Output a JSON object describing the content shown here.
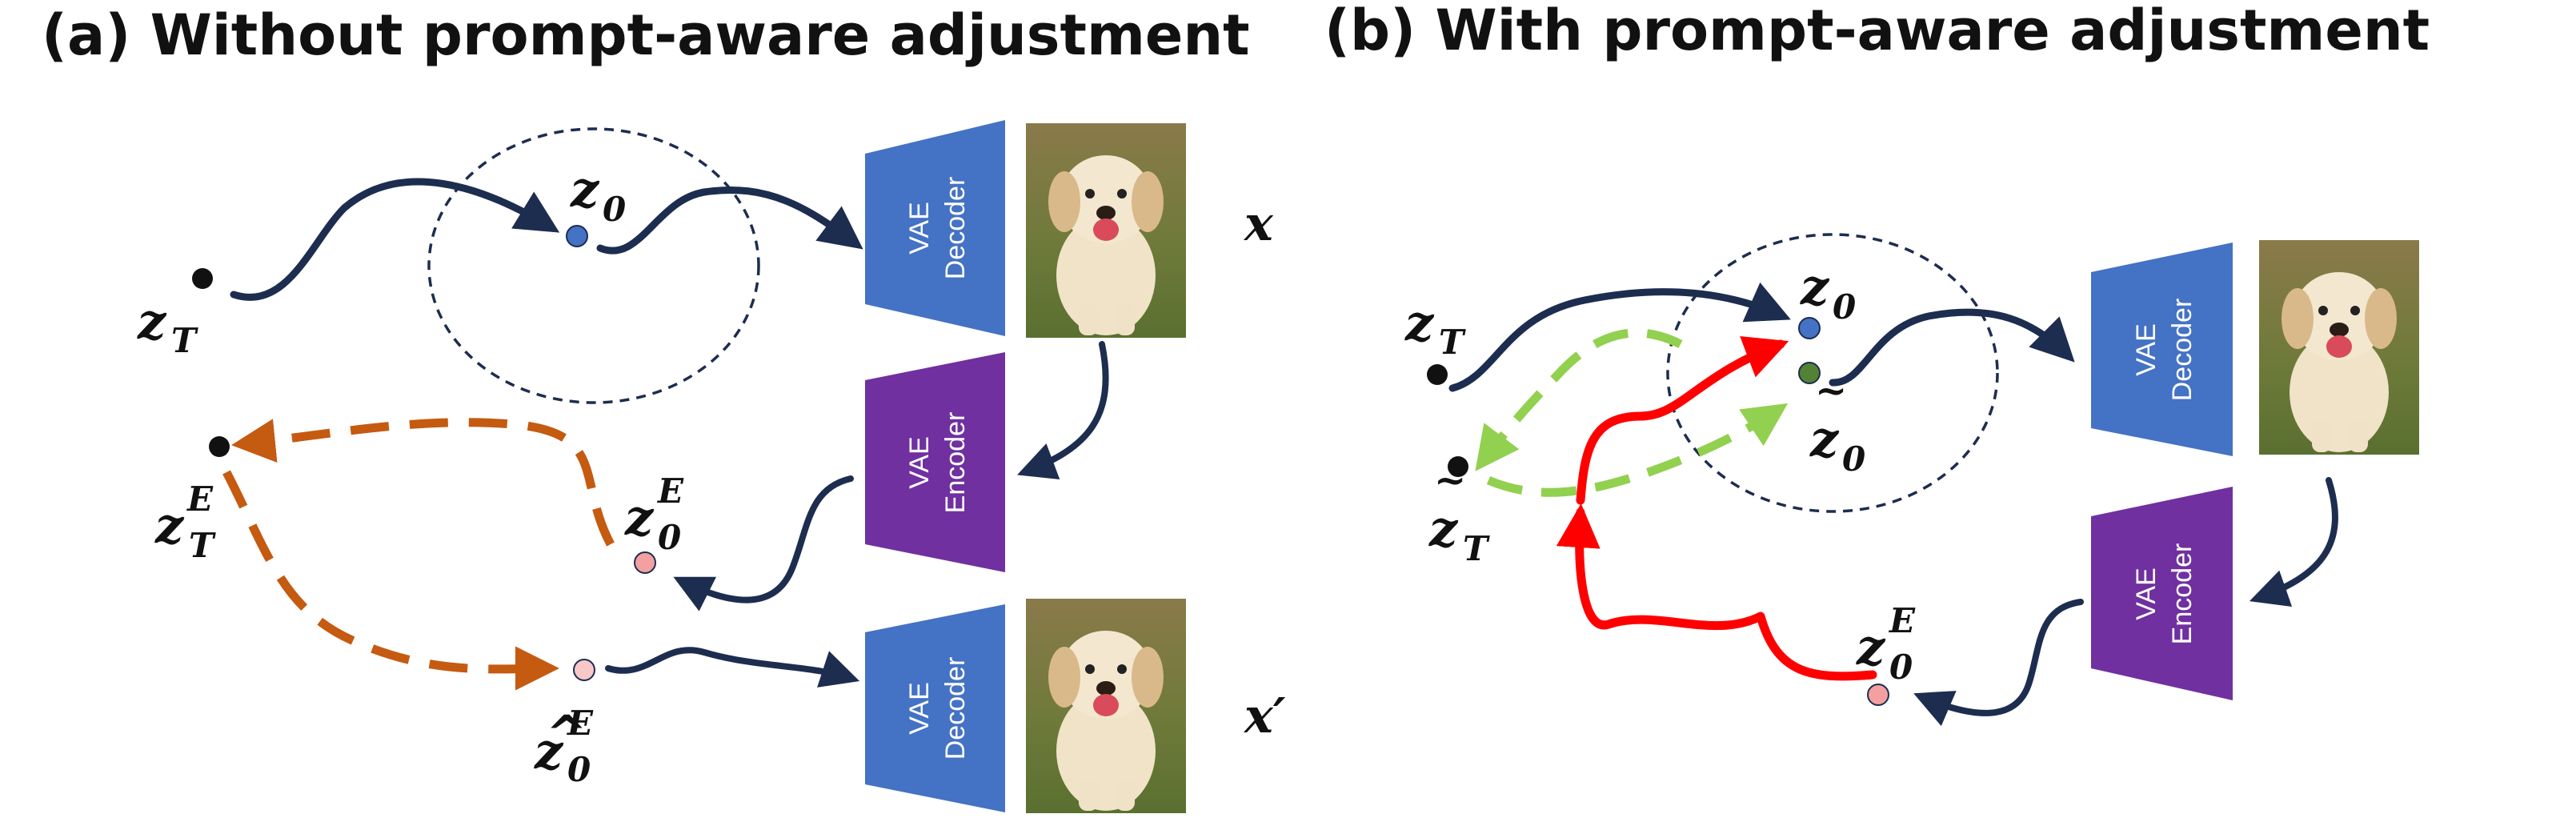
{
  "titles": {
    "panel_a": "(a) Without prompt-aware adjustment",
    "panel_b": "(b) With prompt-aware adjustment"
  },
  "blocks": {
    "vae": "VAE",
    "decoder": "Decoder",
    "encoder": "Encoder"
  },
  "vars": {
    "z": "z",
    "x": "x",
    "x_prime": "x′",
    "sub_T": "T",
    "sub_0": "0",
    "sup_E": "E",
    "tilde": "~",
    "hat": "^"
  },
  "images": {
    "dog_icon": "puppy-photo"
  },
  "colors": {
    "navy": "#1d2d4f",
    "vae_decoder": "#4472c4",
    "vae_encoder": "#7030a0",
    "orange_dashed": "#c55a11",
    "green_dashed": "#92d050",
    "red": "#ff0000",
    "z0_dot": "#4472c4",
    "z0_tilde_dot": "#548235",
    "z0E_dot": "#f4a0a0",
    "z0_hat_dot": "#f8c8c8",
    "black_dot": "#111111"
  }
}
